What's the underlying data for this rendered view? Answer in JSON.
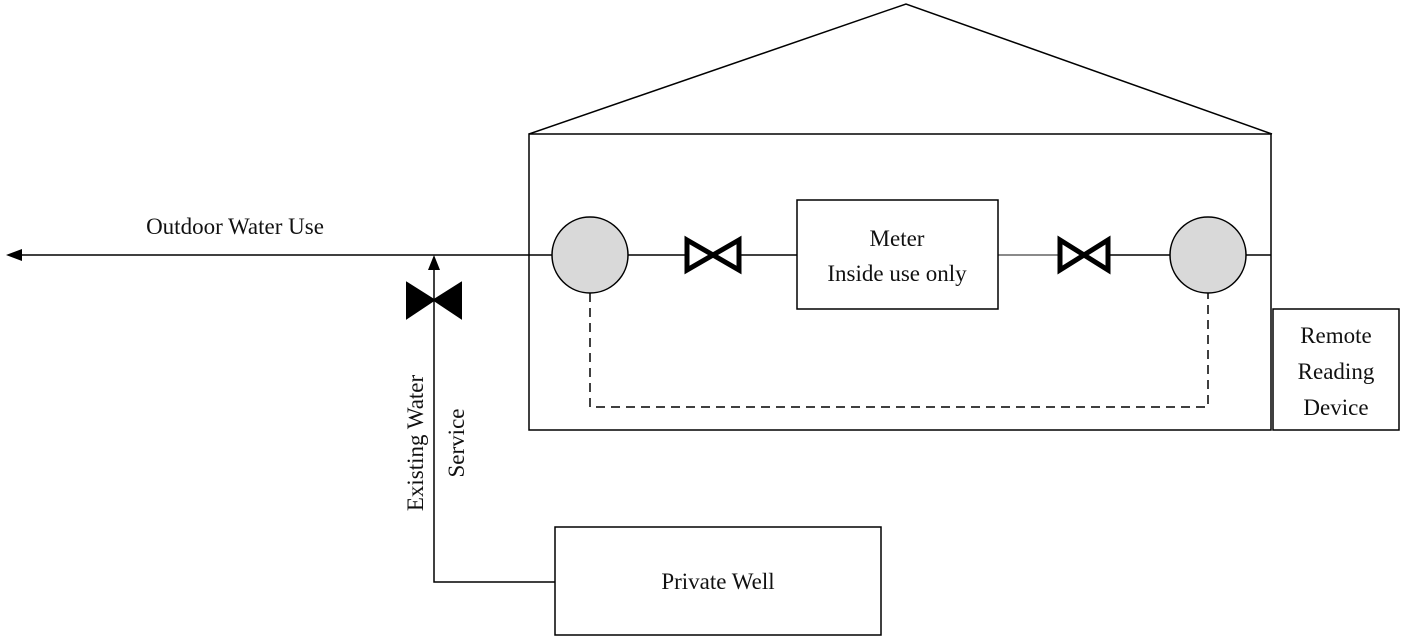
{
  "labels": {
    "outdoor_water_use": "Outdoor Water Use",
    "meter_line1": "Meter",
    "meter_line2": "Inside use only",
    "remote_line1": "Remote",
    "remote_line2": "Reading",
    "remote_line3": "Device",
    "existing_water": "Existing Water",
    "service": "Service",
    "private_well": "Private Well"
  },
  "colors": {
    "line": "#000000",
    "node_fill": "#d9d9d9",
    "grey_pipe": "#8a8a8a"
  }
}
